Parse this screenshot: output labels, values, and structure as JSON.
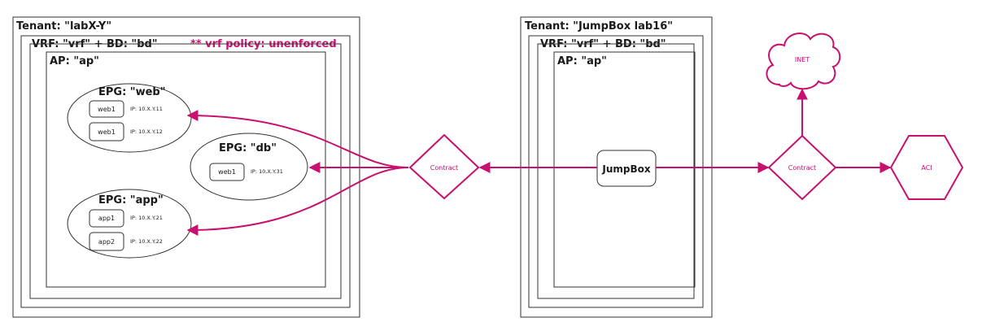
{
  "tenant_left": {
    "title": "Tenant: \"labX-Y\"",
    "vrf": "VRF: \"vrf\" + BD: \"bd\"",
    "policy": "** vrf policy: unenforced",
    "ap": "AP: \"ap\"",
    "epgs": {
      "web": {
        "title": "EPG: \"web\"",
        "nodes": [
          {
            "name": "web1",
            "ip": "IP: 10.X.Y.11"
          },
          {
            "name": "web1",
            "ip": "IP: 10.X.Y.12"
          }
        ]
      },
      "db": {
        "title": "EPG: \"db\"",
        "nodes": [
          {
            "name": "web1",
            "ip": "IP: 10.X.Y.31"
          }
        ]
      },
      "app": {
        "title": "EPG: \"app\"",
        "nodes": [
          {
            "name": "app1",
            "ip": "IP: 10.X.Y.21"
          },
          {
            "name": "app2",
            "ip": "IP: 10.X.Y.22"
          }
        ]
      }
    }
  },
  "contract_left": "Contract",
  "tenant_right": {
    "title": "Tenant: \"JumpBox lab16\"",
    "vrf": "VRF: \"vrf\" + BD: \"bd\"",
    "ap": "AP: \"ap\"",
    "jumpbox": "JumpBox"
  },
  "contract_right": "Contract",
  "inet": "INET",
  "aci": "ACI",
  "colors": {
    "accent": "#c8106e",
    "line": "#333333"
  }
}
